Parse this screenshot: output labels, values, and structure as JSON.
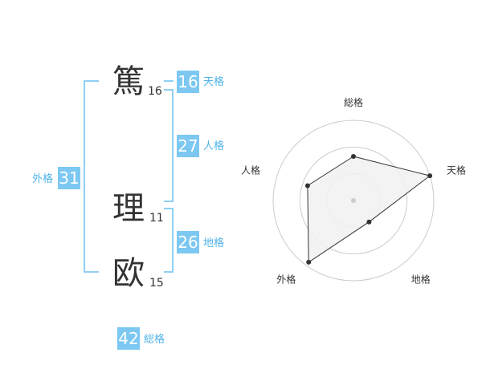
{
  "name": {
    "chars": [
      {
        "char": "篤",
        "strokes": "16"
      },
      {
        "char": "理",
        "strokes": "11"
      },
      {
        "char": "欧",
        "strokes": "15"
      }
    ]
  },
  "fortune": {
    "tenkaku": {
      "value": "16",
      "label": "天格"
    },
    "jinkaku": {
      "value": "27",
      "label": "人格"
    },
    "chikaku": {
      "value": "26",
      "label": "地格"
    },
    "gaikaku": {
      "value": "31",
      "label": "外格"
    },
    "soukaku": {
      "value": "42",
      "label": "総格"
    }
  },
  "chart_data": {
    "type": "radar",
    "axes": [
      "総格",
      "天格",
      "地格",
      "外格",
      "人格"
    ],
    "values": [
      0.55,
      1.0,
      0.33,
      0.95,
      0.6
    ],
    "rings": 3,
    "colors": {
      "fill": "#f1f1f1",
      "line": "#333333",
      "ring": "#cccccc",
      "center": "#cccccc"
    }
  }
}
